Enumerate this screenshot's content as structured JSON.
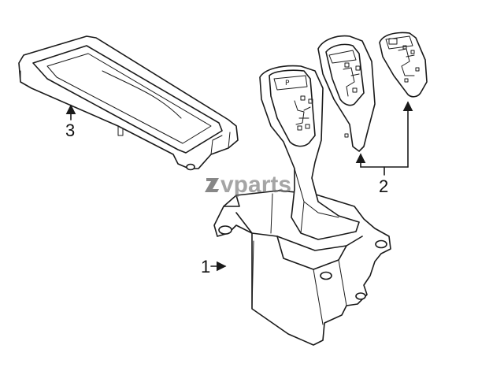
{
  "diagram": {
    "callouts": [
      "1",
      "2",
      "3"
    ],
    "shift_knob_label": "P",
    "watermark": "vparts"
  },
  "colors": {
    "line": "#1a1a1a",
    "background": "#ffffff",
    "watermark": "#6a6a6a"
  }
}
